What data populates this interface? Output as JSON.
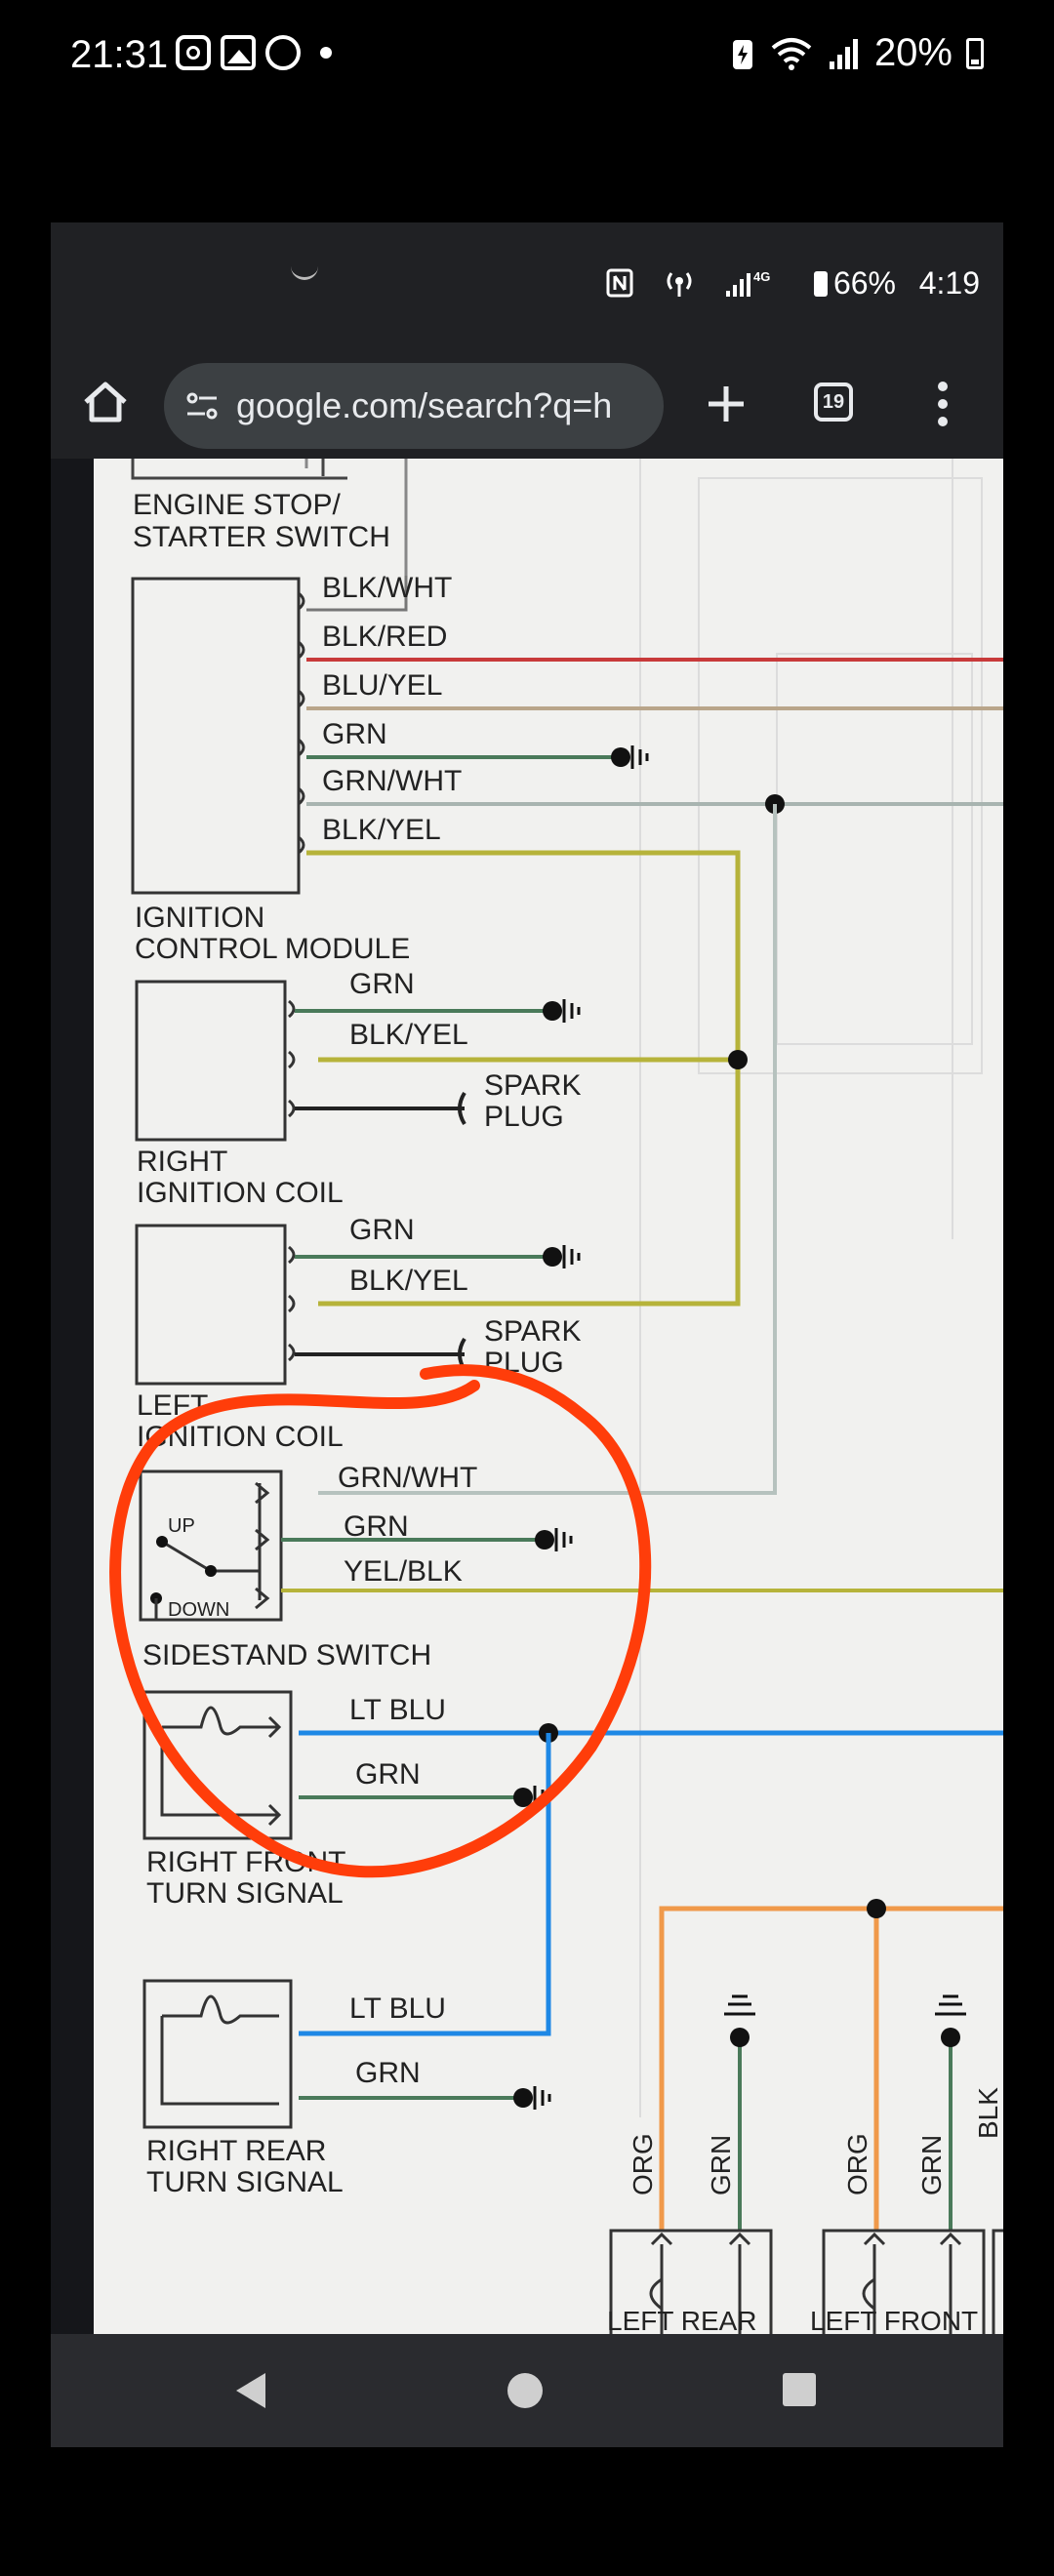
{
  "outer_status": {
    "time": "21:31",
    "notif_icons": [
      "instagram-icon",
      "gallery-icon",
      "whatsapp-icon",
      "dot-icon"
    ],
    "status_icons": [
      "battery-saver-icon",
      "wifi-icon",
      "signal-icon"
    ],
    "battery": "20%"
  },
  "inner_status": {
    "battery": "66%",
    "time": "4:19",
    "network": "4G",
    "icons": [
      "smile-icon",
      "nfc-icon",
      "hotspot-icon",
      "signal-icon",
      "battery-icon"
    ]
  },
  "browser": {
    "url": "google.com/search?q=h",
    "tab_count": "19",
    "icons": [
      "home-icon",
      "tune-icon",
      "plus-icon",
      "tabs-icon",
      "menu-icon"
    ]
  },
  "diagram": {
    "top_label_1": "ENGINE STOP/",
    "top_label_2": "STARTER SWITCH",
    "icm_wires": [
      "BLK/WHT",
      "BLK/RED",
      "BLU/YEL",
      "GRN",
      "GRN/WHT",
      "BLK/YEL"
    ],
    "icm_label_1": "IGNITION",
    "icm_label_2": "CONTROL MODULE",
    "coil_wires": [
      "GRN",
      "BLK/YEL"
    ],
    "spark_1": "SPARK",
    "spark_2": "PLUG",
    "right_coil_1": "RIGHT",
    "right_coil_2": "IGNITION COIL",
    "left_coil_1": "LEFT",
    "left_coil_2": "IGNITION COIL",
    "sidestand_wires": [
      "GRN/WHT",
      "GRN",
      "YEL/BLK"
    ],
    "sidestand_up": "UP",
    "sidestand_down": "DOWN",
    "sidestand_label": "SIDESTAND SWITCH",
    "turn_wires": [
      "LT BLU",
      "GRN"
    ],
    "rf_label_1": "RIGHT FRONT",
    "rf_label_2": "TURN SIGNAL",
    "rr_label_1": "RIGHT REAR",
    "rr_label_2": "TURN SIGNAL",
    "vertical_wires": [
      "ORG",
      "GRN",
      "ORG",
      "GRN",
      "BLK"
    ],
    "left_rear": "LEFT REAR",
    "left_front": "LEFT FRONT",
    "annotation_color": "#ff3d0a"
  },
  "colors": {
    "red_wire": "#c83a3a",
    "blue_yel_wire": "#b9a58a",
    "green_wire": "#4a7a5a",
    "yellow_wire": "#b6b33a",
    "blue_wire": "#1e88e5",
    "orange_wire": "#f0994a"
  }
}
